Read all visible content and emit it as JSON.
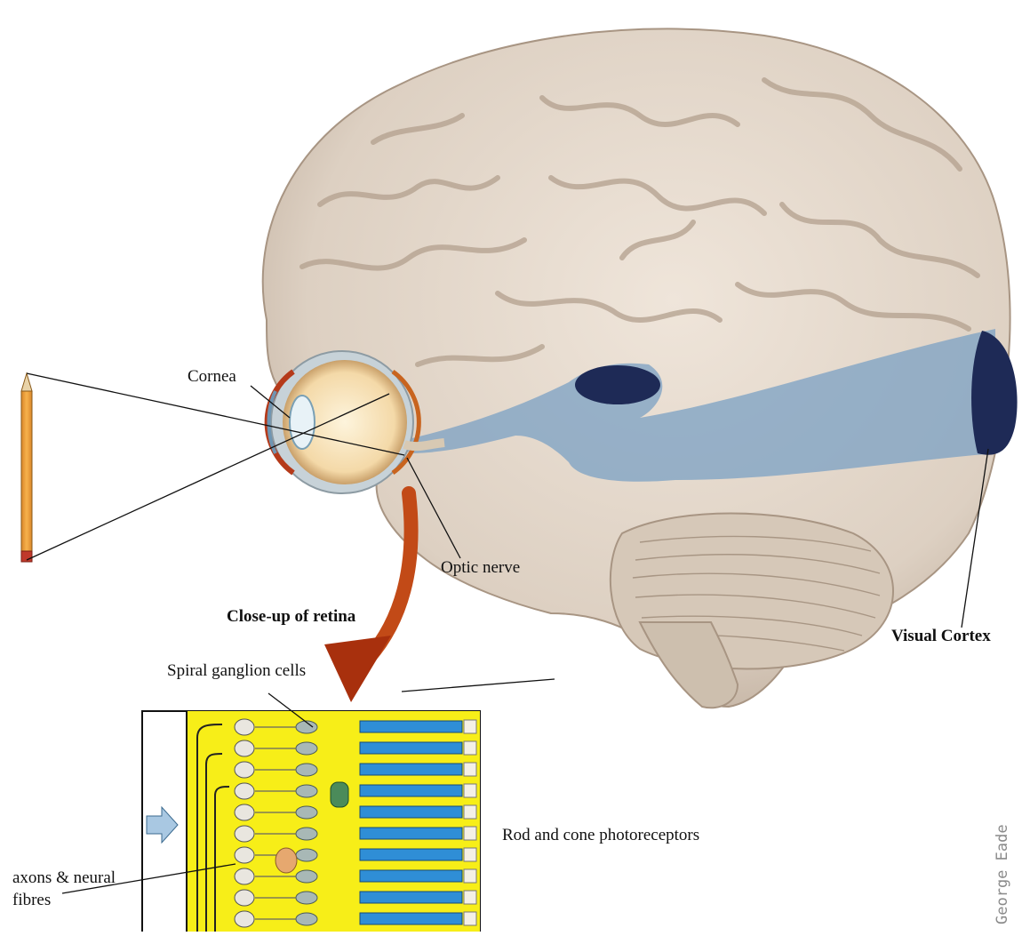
{
  "labels": {
    "cornea": "Cornea",
    "optic_nerve": "Optic nerve",
    "close_up": "Close-up of retina",
    "visual_cortex": "Visual Cortex",
    "ganglion": "Spiral ganglion cells",
    "photoreceptors": "Rod and cone photoreceptors",
    "axons_line1": "axons & neural",
    "axons_line2": "fibres",
    "credit": "George Eade"
  },
  "colors": {
    "brain": "#ddd0c2",
    "brain_shadow": "#b9a796",
    "visual_pathway": "#7fa3c4",
    "visual_dark": "#1e2a56",
    "retina_bg": "#f7ee18",
    "rod_cone": "#2f8ed6",
    "arrow": "#b8390f",
    "pencil": "#f0a43a"
  }
}
